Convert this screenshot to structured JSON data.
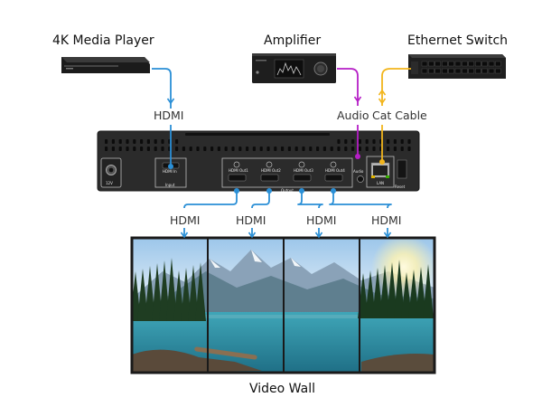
{
  "devices": {
    "media_player": "4K Media Player",
    "amplifier": "Amplifier",
    "ethernet_switch": "Ethernet Switch",
    "video_wall": "Video Wall"
  },
  "connections": {
    "player_to_input": "HDMI",
    "audio": "Audio",
    "cat_cable": "Cat Cable",
    "out1": "HDMI",
    "out2": "HDMI",
    "out3": "HDMI",
    "out4": "HDMI"
  },
  "panel": {
    "power": "12V",
    "input_port": "HDMI In",
    "input_group": "Input",
    "out_ports": [
      "HDMI Out1",
      "HDMI Out2",
      "HDMI Out3",
      "HDMI Out4"
    ],
    "output_group": "Output",
    "audio_port": "Audio",
    "lan_port": "LAN",
    "reset": "Reset"
  },
  "colors": {
    "hdmi": "#2a8fd6",
    "audio": "#b51ec6",
    "cat": "#f2b51c"
  }
}
